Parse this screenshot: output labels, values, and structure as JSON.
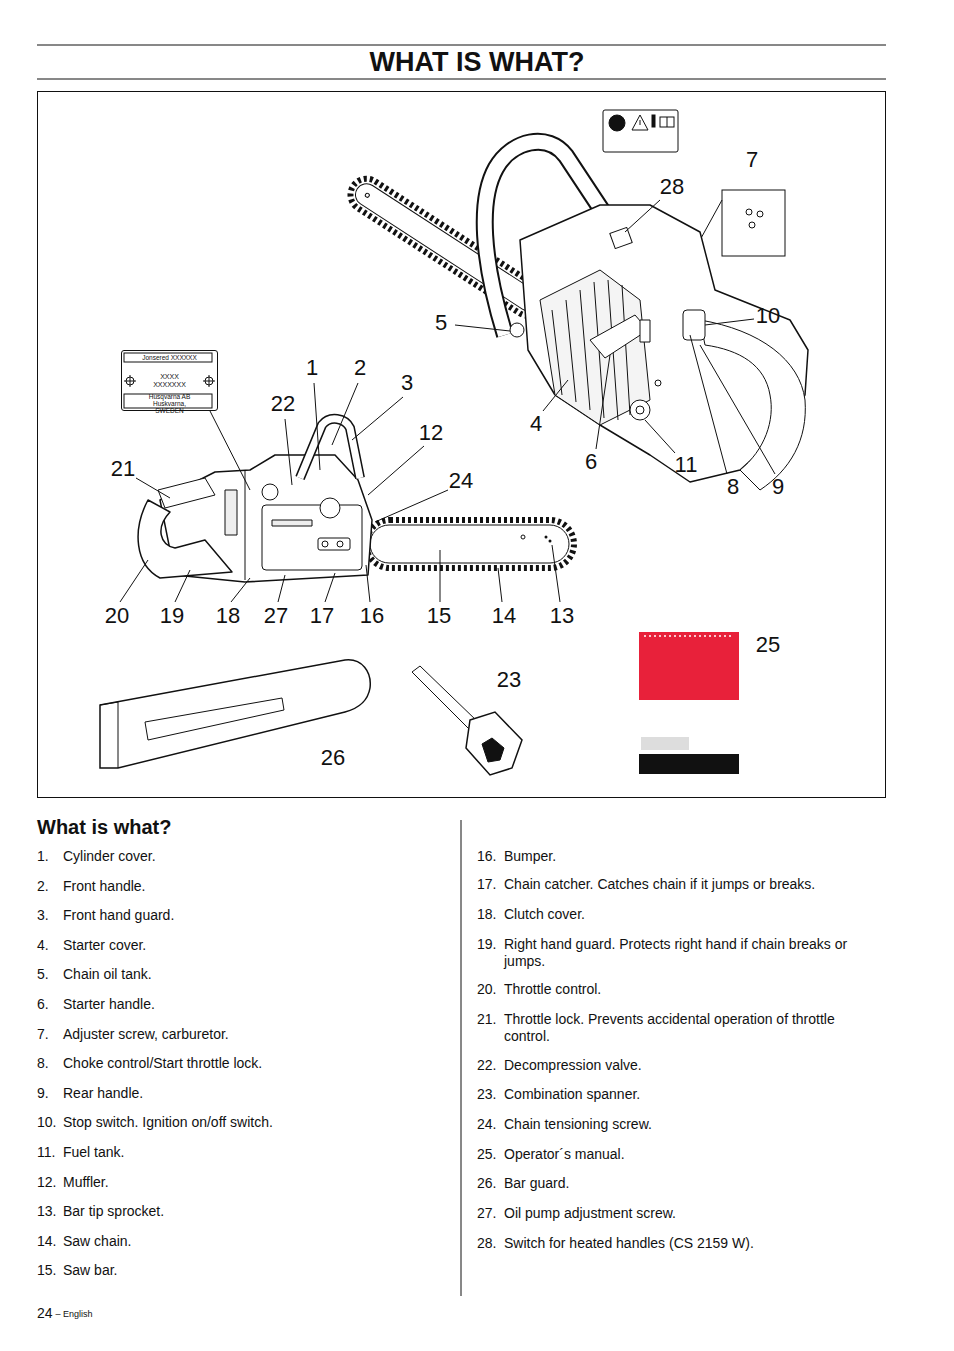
{
  "diagram": {
    "title": "WHAT IS WHAT?",
    "nodes": [
      {
        "text": [
          "Jonsered XXXXXX",
          "XXXX XXXXXXX",
          "Husqvarna AB Huskvarna, SWEDEN"
        ]
      }
    ],
    "labels": [
      "7",
      "28",
      "5",
      "10",
      "1",
      "2",
      "3",
      "22",
      "12",
      "4",
      "24",
      "21",
      "6",
      "11",
      "8",
      "9",
      "20",
      "19",
      "18",
      "27",
      "17",
      "16",
      "15",
      "14",
      "13",
      "25",
      "23",
      "26",
      "What is what?",
      "1.",
      "Cylinder cover.",
      "2.",
      "Front handle.",
      "3.",
      "Front hand guard.",
      "4.",
      "Starter cover.",
      "5.",
      "Chain oil tank.",
      "6.",
      "Starter handle.",
      "7.",
      "Adjuster screw, carburetor.",
      "8.",
      "Choke control/Start throttle lock.",
      "9.",
      "Rear handle.",
      "10.",
      "Stop switch. Ignition on/off switch.",
      "11.",
      "Fuel tank.",
      "12.",
      "Muffler.",
      "13.",
      "Bar tip sprocket.",
      "14.",
      "Saw chain.",
      "15.",
      "Saw bar.",
      "16.",
      "Bumper.",
      "17.",
      "Chain catcher. Catches chain if it jumps or breaks.",
      "18.",
      "Clutch cover.",
      "19.",
      "Right hand guard. Protects right hand if chain breaks or jumps.",
      "20.",
      "Throttle control.",
      "21.",
      "Throttle lock. Prevents accidental operation of throttle control.",
      "22.",
      "Decompression valve.",
      "23.",
      "Combination spanner.",
      "24.",
      "Chain tensioning screw.",
      "25.",
      "Operator´s manual.",
      "26.",
      "Bar guard.",
      "27.",
      "Oil pump adjustment screw.",
      "28.",
      "Switch for heated handles (CS 2159 W).",
      "24",
      "– English"
    ]
  }
}
